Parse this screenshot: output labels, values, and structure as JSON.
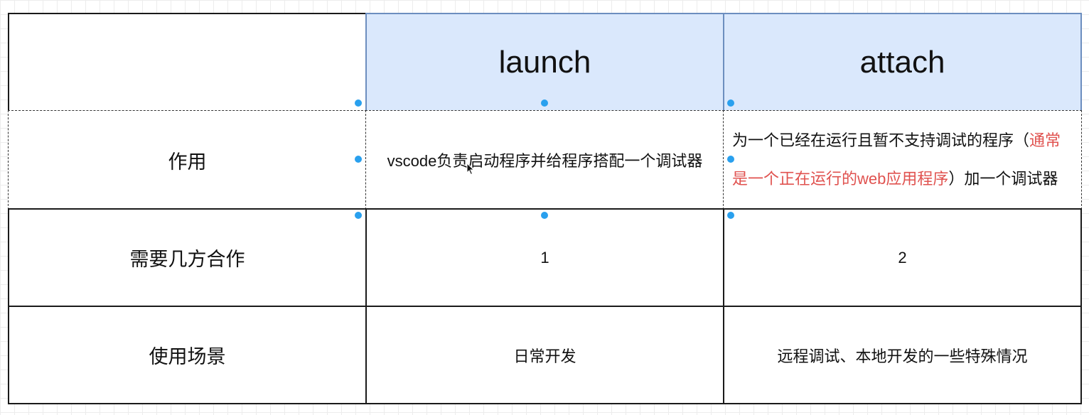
{
  "table": {
    "header": {
      "corner": "",
      "launch": "launch",
      "attach": "attach"
    },
    "rows": [
      {
        "label": "作用",
        "launch": "vscode负责启动程序并给程序搭配一个调试器",
        "attach": {
          "part1": "为一个已经在运行且暂不支持调试的程序（",
          "highlight": "通常是一个正在运行的web应用程序",
          "part2": "）加一个调试器"
        }
      },
      {
        "label": "需要几方合作",
        "launch": "1",
        "attach": "2"
      },
      {
        "label": "使用场景",
        "launch": "日常开发",
        "attach": "远程调试、本地开发的一些特殊情况"
      }
    ]
  },
  "colors": {
    "header_fill": "#dae8fc",
    "header_border": "#6c8ebf",
    "highlight_text": "#e0524f",
    "handle": "#29a0ee"
  },
  "icons": [
    "selection-handle-icon",
    "mouse-cursor-icon"
  ]
}
